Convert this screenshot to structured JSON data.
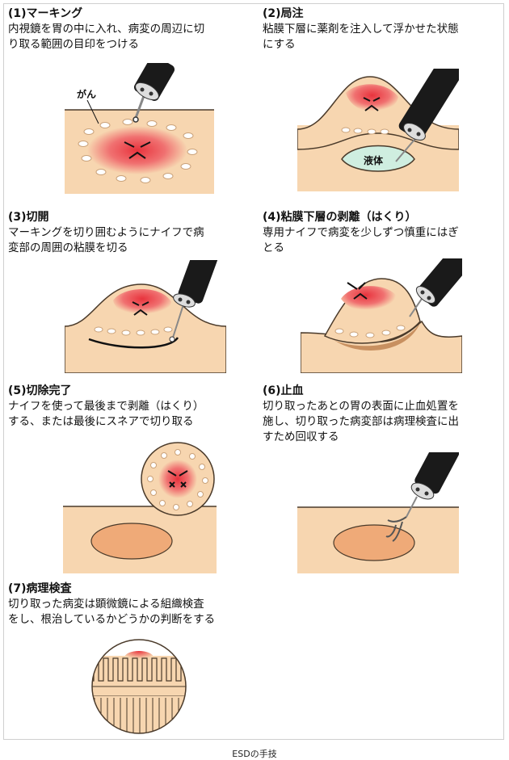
{
  "caption": "ESDの手技",
  "steps": [
    {
      "title": "(1)マーキング",
      "desc": "内視鏡を胃の中に入れ、病変の周辺に切\nり取る範囲の目印をつける",
      "label": "がん"
    },
    {
      "title": "(2)局注",
      "desc": "粘膜下層に薬剤を注入して浮かせた状態\nにする",
      "label": "液体"
    },
    {
      "title": "(3)切開",
      "desc": "マーキングを切り囲むようにナイフで病\n変部の周囲の粘膜を切る"
    },
    {
      "title": "(4)粘膜下層の剥離（はくり）",
      "desc": "専用ナイフで病変を少しずつ慎重にはぎ\nとる"
    },
    {
      "title": "(5)切除完了",
      "desc": "ナイフを使って最後まで剥離（はくり）\nする、または最後にスネアで切り取る"
    },
    {
      "title": "(6)止血",
      "desc": "切り取ったあとの胃の表面に止血処置を\n施し、切り取った病変部は病理検査に出\nすため回収する"
    },
    {
      "title": "(7)病理検査",
      "desc": "切り取った病変は顕微鏡による組織検査\nをし、根治しているかどうかの判断をする"
    }
  ],
  "colors": {
    "tissue": "#f7d6b0",
    "tissue_edge": "#4a3a2a",
    "lesion": "#e8424a",
    "lesion_glow": "#f5a0a0",
    "fluid": "#cfeee0",
    "scope_dark": "#1a1a1a",
    "wound": "#efaa78",
    "marker": "#ffffff"
  }
}
